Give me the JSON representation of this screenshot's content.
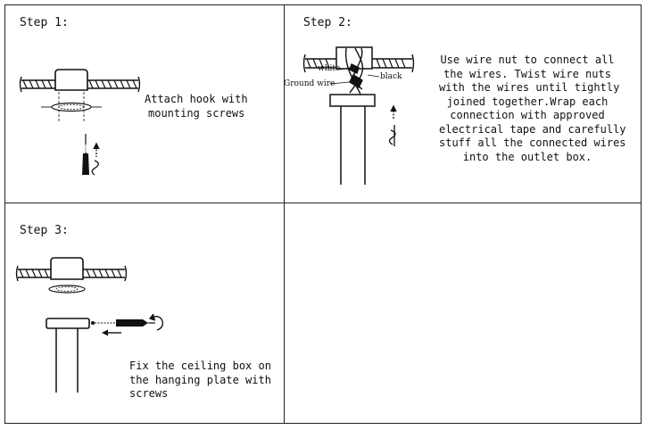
{
  "step1": {
    "title": "Step 1:",
    "caption_lines": [
      "Attach hook with",
      "mounting screws"
    ]
  },
  "step2": {
    "title": "Step 2:",
    "labels": {
      "white": "white",
      "black": "black",
      "ground": "Ground wire"
    },
    "caption_lines": [
      "Use wire nut to connect all",
      "the wires. Twist wire nuts",
      "with the wires until tightly",
      "joined together.Wrap each",
      "connection with approved",
      "electrical tape and carefully",
      "stuff all the connected wires",
      "into the outlet box."
    ]
  },
  "step3": {
    "title": "Step 3:",
    "caption_lines": [
      "Fix the ceiling box on",
      "the hanging plate with",
      "screws"
    ]
  }
}
